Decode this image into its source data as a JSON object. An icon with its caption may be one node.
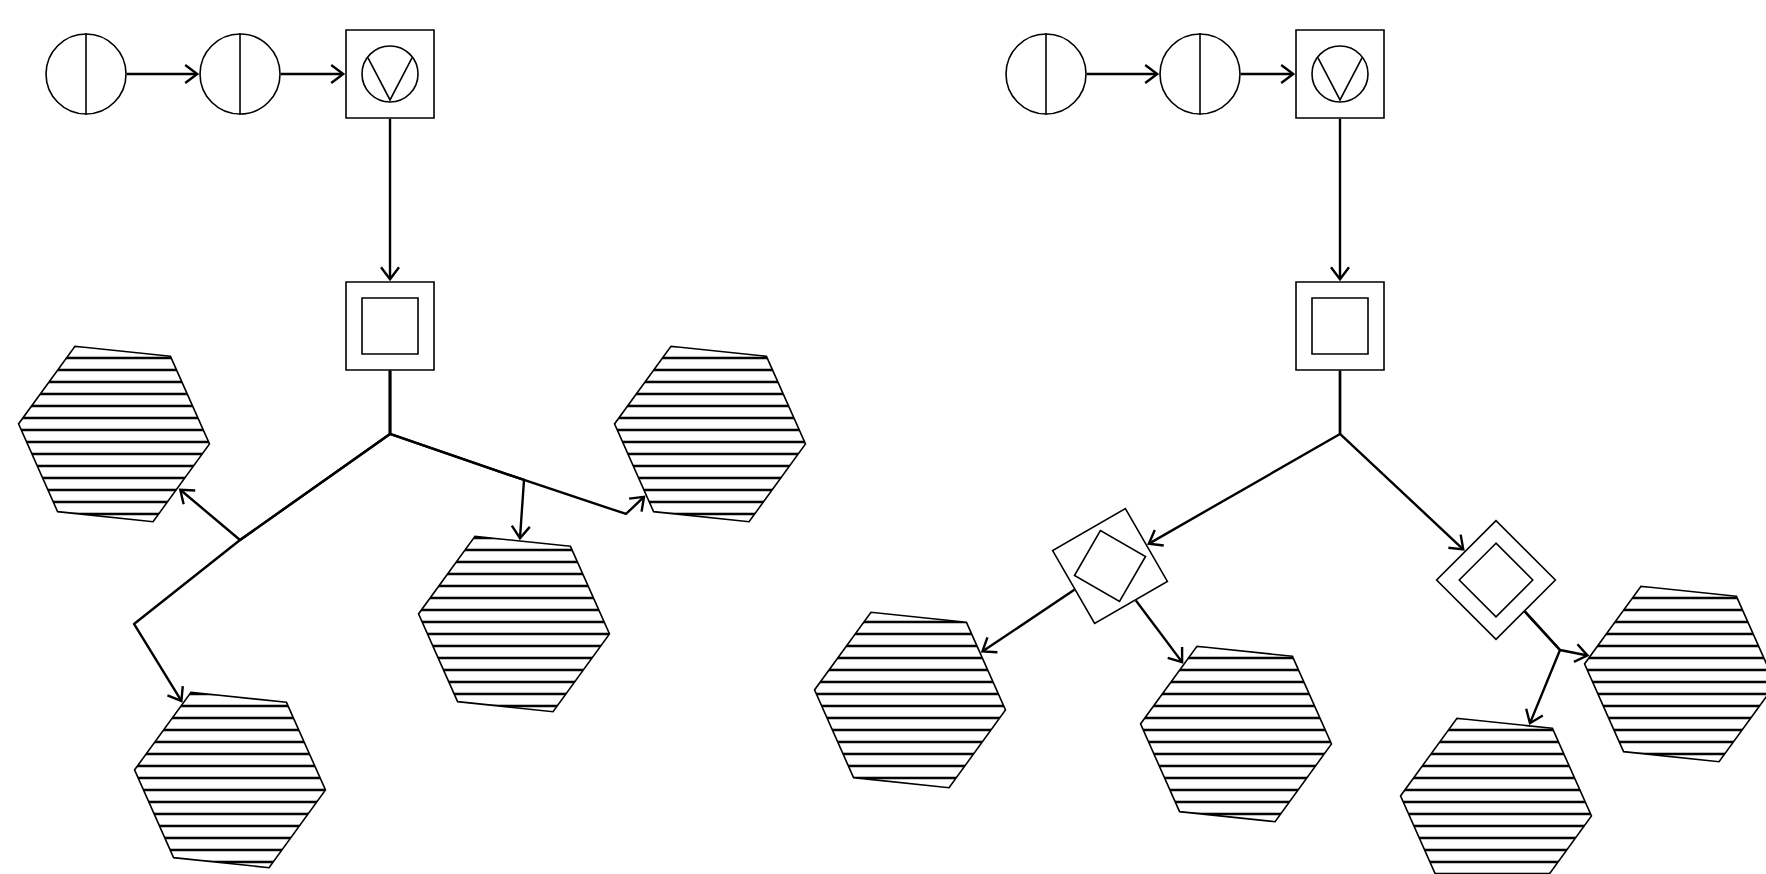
{
  "diagram": {
    "nodes": [
      {
        "text": [],
        "shape": "circle"
      },
      {
        "text": [],
        "shape": "circle"
      },
      {
        "text": [],
        "shape": "valve"
      },
      {
        "text": [],
        "shape": "box"
      },
      {
        "text": [],
        "shape": "hexagon"
      },
      {
        "text": [],
        "shape": "hexagon"
      },
      {
        "text": [],
        "shape": "hexagon"
      },
      {
        "text": [],
        "shape": "hexagon"
      },
      {
        "text": [],
        "shape": "circle"
      },
      {
        "text": [],
        "shape": "circle"
      },
      {
        "text": [],
        "shape": "valve"
      },
      {
        "text": [],
        "shape": "box"
      },
      {
        "text": [],
        "shape": "diamond"
      },
      {
        "text": [],
        "shape": "diamond"
      },
      {
        "text": [],
        "shape": "hexagon"
      },
      {
        "text": [],
        "shape": "hexagon"
      },
      {
        "text": [],
        "shape": "hexagon"
      },
      {
        "text": [],
        "shape": "hexagon"
      }
    ],
    "edges": [
      {
        "from": 0,
        "to": 1,
        "arrow": "to"
      },
      {
        "from": 1,
        "to": 2,
        "arrow": "to"
      },
      {
        "from": 2,
        "to": 3,
        "arrow": "to"
      },
      {
        "from": 3,
        "to": 4,
        "arrow": "to"
      },
      {
        "from": 3,
        "to": 5,
        "arrow": "to"
      },
      {
        "from": 3,
        "to": 6,
        "arrow": "to"
      },
      {
        "from": 3,
        "to": 7,
        "arrow": "to"
      },
      {
        "from": 8,
        "to": 9,
        "arrow": "to"
      },
      {
        "from": 9,
        "to": 10,
        "arrow": "to"
      },
      {
        "from": 10,
        "to": 11,
        "arrow": "to"
      },
      {
        "from": 11,
        "to": 12,
        "arrow": "to"
      },
      {
        "from": 11,
        "to": 13,
        "arrow": "to"
      },
      {
        "from": 12,
        "to": 14,
        "arrow": "to"
      },
      {
        "from": 12,
        "to": 15,
        "arrow": "to"
      },
      {
        "from": 13,
        "to": 16,
        "arrow": "to"
      },
      {
        "from": 13,
        "to": 17,
        "arrow": "to"
      }
    ]
  }
}
